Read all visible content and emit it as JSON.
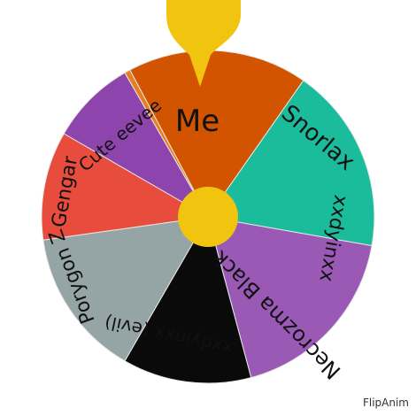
{
  "wheel": {
    "segments": [
      {
        "label": "Me",
        "color": "#D35400"
      },
      {
        "label": "Snorlax",
        "color": "#1ABC9C"
      },
      {
        "label": "xxdyinxx",
        "color": "#9B59B6"
      },
      {
        "label": "Necrozma Black",
        "color": "#0A0A0A",
        "label_color": "#FFFFFF"
      },
      {
        "label": "xxdyinxx (evil)",
        "color": "#95A5A6",
        "sub_color": "#E74C3C"
      },
      {
        "label": "Porygon Z",
        "color": "#E74C3C"
      },
      {
        "label": "Gengar",
        "color": "#8E44AD"
      },
      {
        "label": "Cute eevee",
        "color": "#E67E22"
      }
    ],
    "hub_color": "#F1C40F",
    "pointer_color": "#F1C40F"
  },
  "watermark": "FlipAnim"
}
